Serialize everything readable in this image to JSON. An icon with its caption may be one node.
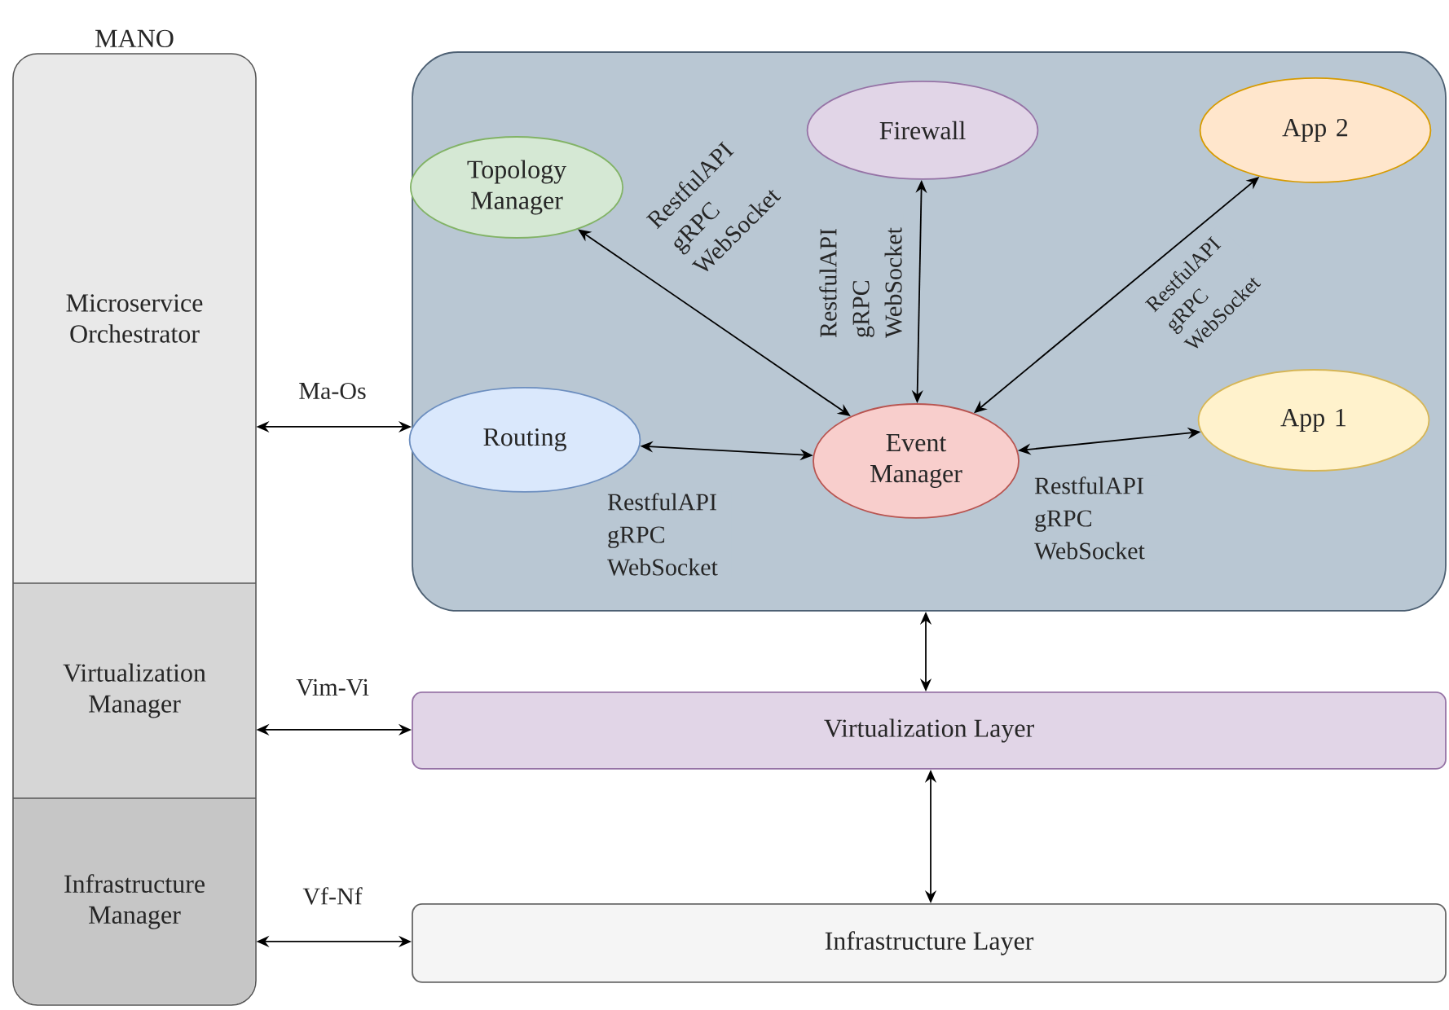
{
  "diagram": {
    "nodes": [
      {
        "text": [
          "MANO"
        ]
      },
      {
        "text": [
          "Microservice Orchestrator"
        ],
        "in": 0
      },
      {
        "text": [
          "Virtualization Manager"
        ],
        "in": 0
      },
      {
        "text": [
          "Infrastructure Manager"
        ],
        "in": 0
      },
      {
        "text": [],
        "shape": "box"
      },
      {
        "text": [
          "Topology Manager"
        ],
        "in": 4
      },
      {
        "text": [
          "Firewall"
        ],
        "in": 4
      },
      {
        "text": [
          "App 2"
        ],
        "in": 4
      },
      {
        "text": [
          "Routing"
        ],
        "in": 4
      },
      {
        "text": [
          "Event Manager"
        ],
        "in": 4
      },
      {
        "text": [
          "App 1"
        ],
        "in": 4
      },
      {
        "text": [
          "Virtualization Layer"
        ]
      },
      {
        "text": [
          "Infrastructure Layer"
        ]
      }
    ],
    "edges": [
      {
        "from": 1,
        "to": 4,
        "arrow": "both",
        "label": "Ma-Os"
      },
      {
        "from": 2,
        "to": 11,
        "arrow": "both",
        "label": "Vim-Vi"
      },
      {
        "from": 3,
        "to": 12,
        "arrow": "both",
        "label": "Vf-Nf"
      },
      {
        "from": 9,
        "to": 5,
        "arrow": "both",
        "label": "RestfulAPI gRPC WebSocket"
      },
      {
        "from": 9,
        "to": 6,
        "arrow": "both",
        "label": "RestfulAPI gRPC WebSocket"
      },
      {
        "from": 9,
        "to": 7,
        "arrow": "both",
        "label": "RestfulAPI gRPC WebSocket"
      },
      {
        "from": 8,
        "to": 9,
        "arrow": "both",
        "label": "RestfulAPI gRPC WebSocket"
      },
      {
        "from": 9,
        "to": 10,
        "arrow": "both",
        "label": "RestfulAPI gRPC WebSocket"
      },
      {
        "from": 4,
        "to": 11,
        "arrow": "both"
      },
      {
        "from": 11,
        "to": 12,
        "arrow": "both"
      }
    ]
  }
}
